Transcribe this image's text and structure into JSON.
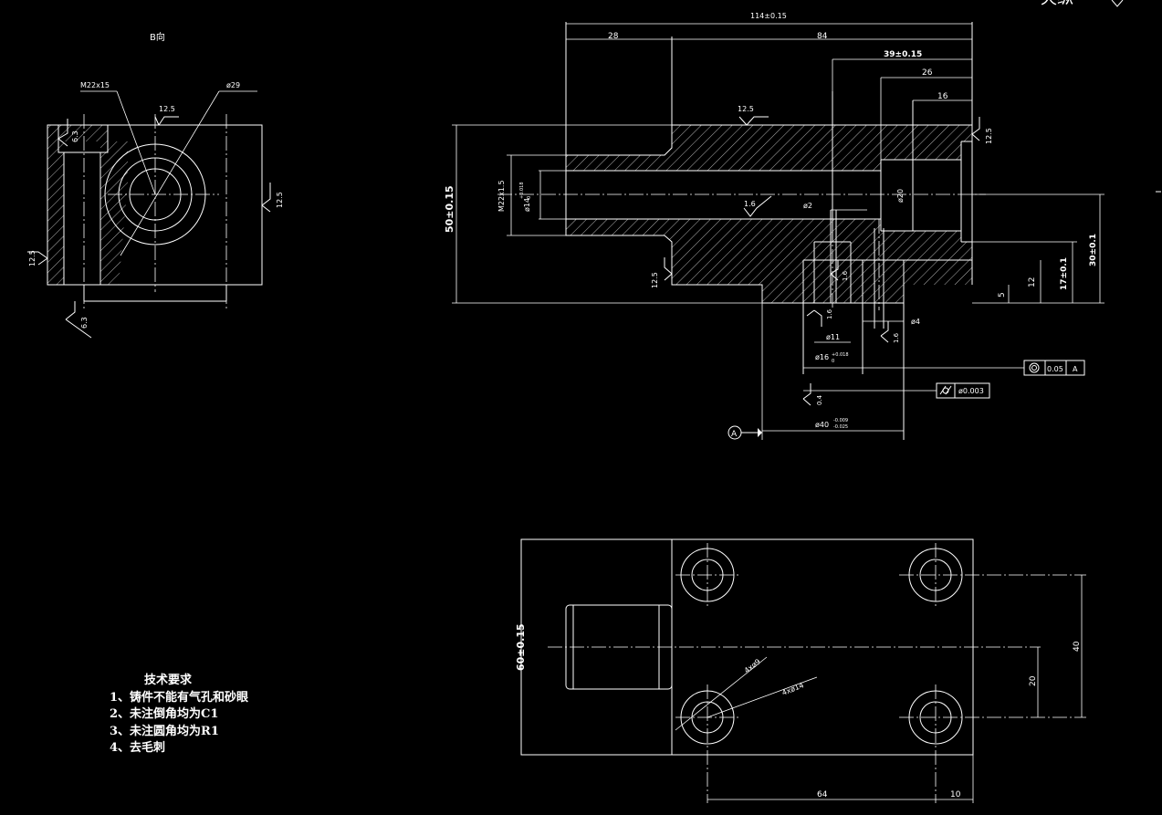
{
  "drawing": {
    "top_right_text": "天纵",
    "view_label": "B向"
  },
  "side_view": {
    "thread": "M22x15",
    "diameter": "ø29",
    "roughness_top": "12.5",
    "roughness_right": "12.5",
    "roughness_left": "12.5",
    "roughness_small_top": "6.3",
    "roughness_small_bottom": "6.3"
  },
  "section_view": {
    "dims": {
      "total_length": "114±0.15",
      "len_28": "28",
      "len_84": "84",
      "len_39": "39±0.15",
      "len_26": "26",
      "len_16": "16",
      "height_50": "50±0.15",
      "thread": "M22x1.5",
      "bore_14": "ø14",
      "bore_14_tol": "+0.018",
      "bore_14_tol2": "0",
      "dia_20": "ø20",
      "dia_2": "ø2",
      "dia_11": "ø11",
      "dia_16": "ø16",
      "dia_16_tol": "+0.018",
      "dia_16_tol2": "0",
      "dia_4": "ø4",
      "dia_40": "ø40",
      "dia_40_tol_upper": "-0.009",
      "dia_40_tol_lower": "-0.025",
      "height_5": "5",
      "height_12": "12",
      "height_17": "17±0.1",
      "height_30": "30±0.1"
    },
    "roughness": {
      "top": "12.5",
      "right": "12.5",
      "inner": "1.6",
      "step": "12.5",
      "r_1_6_a": "1.6",
      "r_1_6_b": "1.6",
      "r_1_6_c": "1.6",
      "r_0_4": "0.4"
    },
    "gdt": {
      "concentricity_value": "0.05",
      "datum_ref": "A",
      "cylindricity_value": "ø0.003",
      "datum_label": "A"
    }
  },
  "plan_view": {
    "height": "60±0.15",
    "spacing_40": "40",
    "offset_20": "20",
    "pitch_64": "64",
    "edge_10": "10",
    "hole_spec_a": "4xø9",
    "hole_spec_b": "4xø14"
  },
  "notes": {
    "title": "技术要求",
    "items": [
      "1、铸件不能有气孔和砂眼",
      "2、未注倒角均为C1",
      "3、未注圆角均为R1",
      "4、去毛刺"
    ]
  }
}
